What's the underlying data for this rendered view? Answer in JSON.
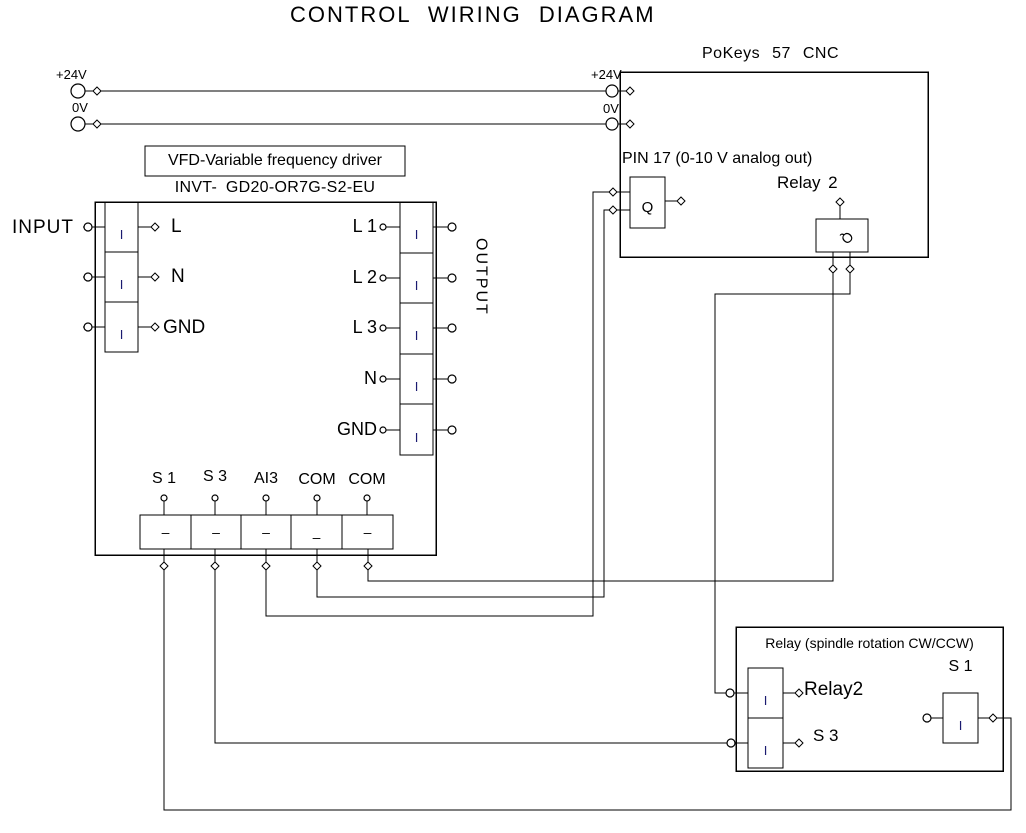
{
  "diagram": {
    "title": "CONTROL WIRING DIAGRAM"
  },
  "colors": {
    "wire": "#000000",
    "contact_bar": "#1b1b70",
    "background": "#ffffff"
  },
  "glyphs": {
    "contact_vertical": "I",
    "contact_horizontal": "–",
    "q_contact": "Q"
  },
  "power_rails": {
    "left_24v": "+24V",
    "left_0v": "0V",
    "right_24v": "+24V",
    "right_0v": "0V"
  },
  "vfd": {
    "boxed_title": "VFD-Variable frequency driver",
    "model": "INVT- GD20-OR7G-S2-EU",
    "input_label": "INPUT",
    "output_label": "OUTPUT",
    "input_terminals": [
      "L",
      "N",
      "GND"
    ],
    "output_terminals": [
      "L 1",
      "L 2",
      "L 3",
      "N",
      "GND"
    ],
    "control_terminals": [
      "S 1",
      "S 3",
      "AI3",
      "COM",
      "COM"
    ]
  },
  "pokeys": {
    "title": "PoKeys 57 CNC",
    "pin17_label": "PIN 17 (0-10 V analog out)",
    "relay2_label": "Relay 2"
  },
  "spindle_relay": {
    "title": "Relay (spindle rotation CW/CCW)",
    "relay2_terminal": "Relay2",
    "s3_terminal": "S 3",
    "s1_label": "S 1"
  }
}
